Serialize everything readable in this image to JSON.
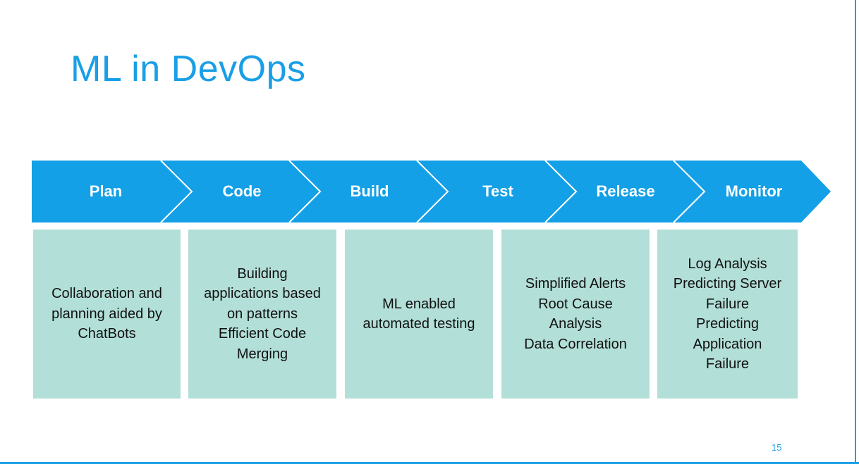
{
  "slide": {
    "title": "ML in DevOps",
    "page_number": "15"
  },
  "stages": [
    {
      "label": "Plan"
    },
    {
      "label": "Code"
    },
    {
      "label": "Build"
    },
    {
      "label": "Test"
    },
    {
      "label": "Release"
    },
    {
      "label": "Monitor"
    }
  ],
  "boxes": [
    {
      "lines": [
        "Collaboration and",
        "planning aided by",
        "ChatBots"
      ]
    },
    {
      "lines": [
        "Building",
        "applications based",
        "on patterns",
        "Efficient Code",
        "Merging"
      ]
    },
    {
      "lines": [
        "ML enabled",
        "automated testing"
      ]
    },
    {
      "lines": [
        "Simplified Alerts",
        "Root Cause",
        "Analysis",
        "Data Correlation"
      ]
    },
    {
      "lines": [
        "Log Analysis",
        "Predicting Server",
        "Failure",
        "Predicting",
        "Application",
        "Failure"
      ]
    }
  ],
  "colors": {
    "accent": "#1a9fe6",
    "chevron_fill": "#14a0e6",
    "box_fill": "#b2dfd8"
  }
}
